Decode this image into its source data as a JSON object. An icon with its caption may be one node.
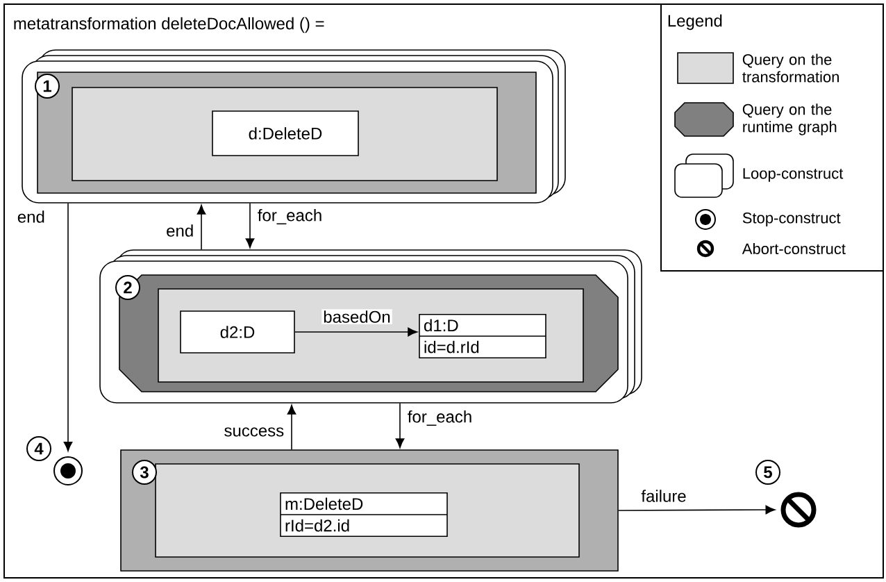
{
  "diagram": {
    "title": "metatransformation deleteDocAllowed () =",
    "nodes": [
      {
        "text": [
          "1"
        ]
      },
      {
        "text": [
          "d:DeleteD"
        ],
        "in": 0
      },
      {
        "text": [
          "2"
        ]
      },
      {
        "text": [
          "d2:D"
        ],
        "in": 2
      },
      {
        "text": [
          "d1:D",
          "id=d.rId"
        ],
        "in": 2
      },
      {
        "text": [
          "3"
        ]
      },
      {
        "text": [
          "m:DeleteD",
          "rId=d2.id"
        ],
        "in": 5
      },
      {
        "text": [],
        "shape": "circle",
        "beside": [
          "4"
        ]
      },
      {
        "text": [],
        "shape": "circle",
        "beside": [
          "5"
        ]
      }
    ],
    "edges": [
      {
        "from": 0,
        "to": 2,
        "arrow": "to",
        "label": "for_each"
      },
      {
        "from": 2,
        "to": 0,
        "arrow": "to",
        "label": "end"
      },
      {
        "from": 0,
        "to": 7,
        "arrow": "to",
        "label": "end"
      },
      {
        "from": 2,
        "to": 5,
        "arrow": "to",
        "label": "for_each"
      },
      {
        "from": 5,
        "to": 2,
        "arrow": "to",
        "label": "success"
      },
      {
        "from": 3,
        "to": 4,
        "arrow": "to",
        "label": "basedOn"
      },
      {
        "from": 5,
        "to": 8,
        "arrow": "to",
        "label": "failure"
      }
    ],
    "labels": [
      "Legend"
    ],
    "legend": [
      {
        "text": "Query on the transformation",
        "color": "#dcdcdc"
      },
      {
        "text": "Query on the runtime graph",
        "color": "#808080"
      },
      {
        "text": "Loop-construct"
      },
      {
        "text": "Stop-construct"
      },
      {
        "text": "Abort-construct"
      }
    ]
  }
}
